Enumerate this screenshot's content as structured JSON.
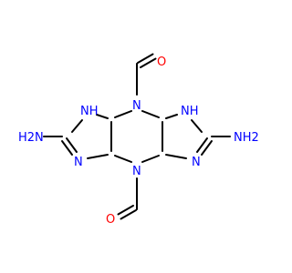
{
  "colors": {
    "background": "#ffffff",
    "bond": "#000000",
    "nitrogen": "#0000ff",
    "oxygen": "#ff0000"
  },
  "atoms": {
    "o_top": "O",
    "n_top": "N",
    "nh_upper_left": "NH",
    "nh_upper_right": "NH",
    "nh2_left": "H2N",
    "nh2_right": "NH2",
    "n_lower_left": "N",
    "n_lower_right": "N",
    "n_bottom": "N",
    "o_bottom": "O"
  }
}
